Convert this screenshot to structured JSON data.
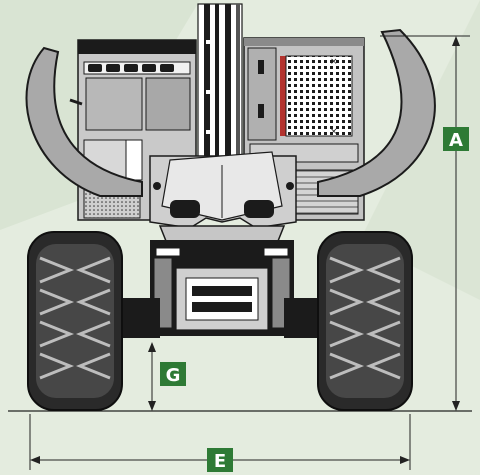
{
  "dimensions": {
    "a": {
      "letter": "A"
    },
    "e": {
      "letter": "E"
    },
    "g": {
      "letter": "G"
    }
  },
  "colors": {
    "background": "#e4ecdf",
    "label_fill": "#2e7a35",
    "label_text": "#ffffff",
    "machine_dark": "#1b1b1b",
    "machine_mid": "#8a8a8a",
    "machine_light": "#cfcfcf",
    "accent": "#b3332e"
  }
}
